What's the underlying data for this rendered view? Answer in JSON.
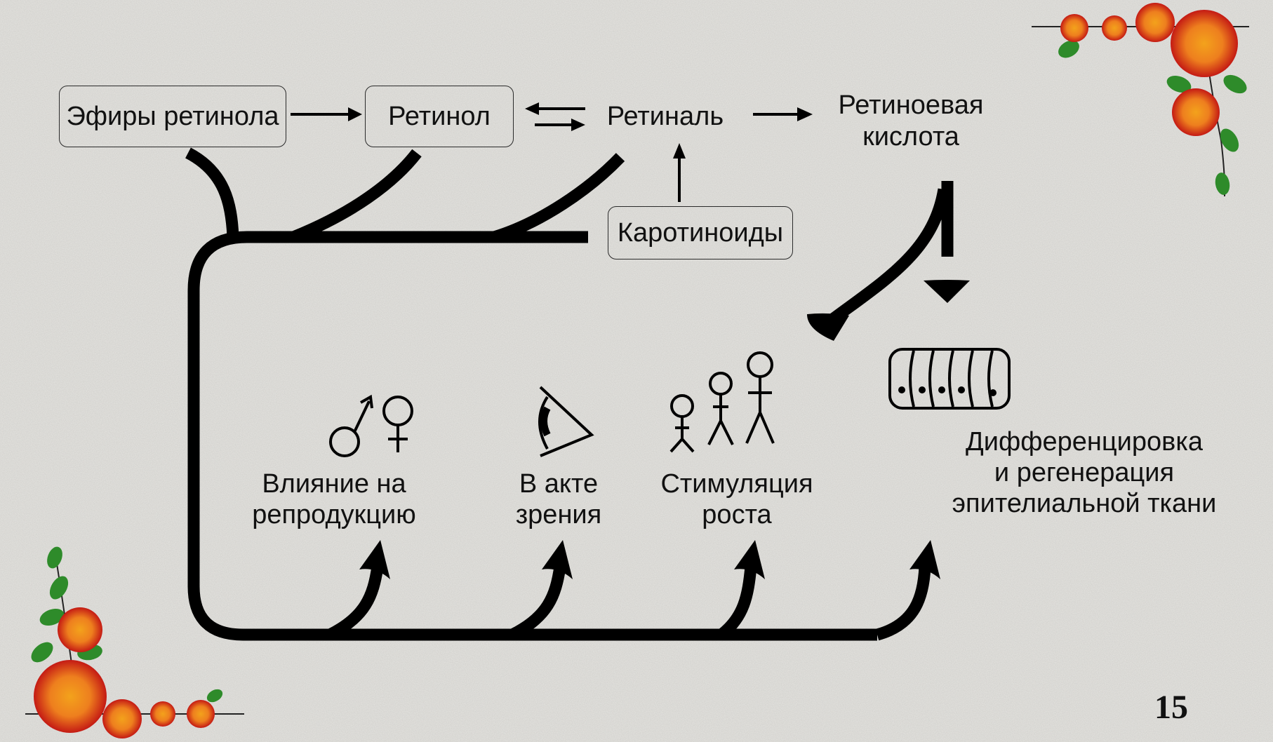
{
  "nodes": {
    "retinol_esters": "Эфиры ретинола",
    "retinol": "Ретинол",
    "retinal": "Ретиналь",
    "retinoic_acid": [
      "Ретиноевая",
      "кислота"
    ],
    "carotenoids": "Каротиноиды"
  },
  "effects": {
    "reproduction": [
      "Влияние на",
      "репродукцию"
    ],
    "vision": [
      "В акте",
      "зрения"
    ],
    "growth": [
      "Стимуляция",
      "роста"
    ],
    "epithelium": [
      "Дифференцировка",
      "и регенерация",
      "эпителиальной ткани"
    ]
  },
  "icons": [
    "male-symbol-icon",
    "female-symbol-icon",
    "eye-icon",
    "stick-figures-growth-icon",
    "epithelial-cells-icon",
    "apple-branch-decoration"
  ],
  "colors": {
    "background": "#e6e5e1",
    "ink": "#000000",
    "apple_red": "#d8231a",
    "apple_orange": "#f08c1c",
    "leaf_green": "#2e8b2a"
  },
  "page_number": "15"
}
